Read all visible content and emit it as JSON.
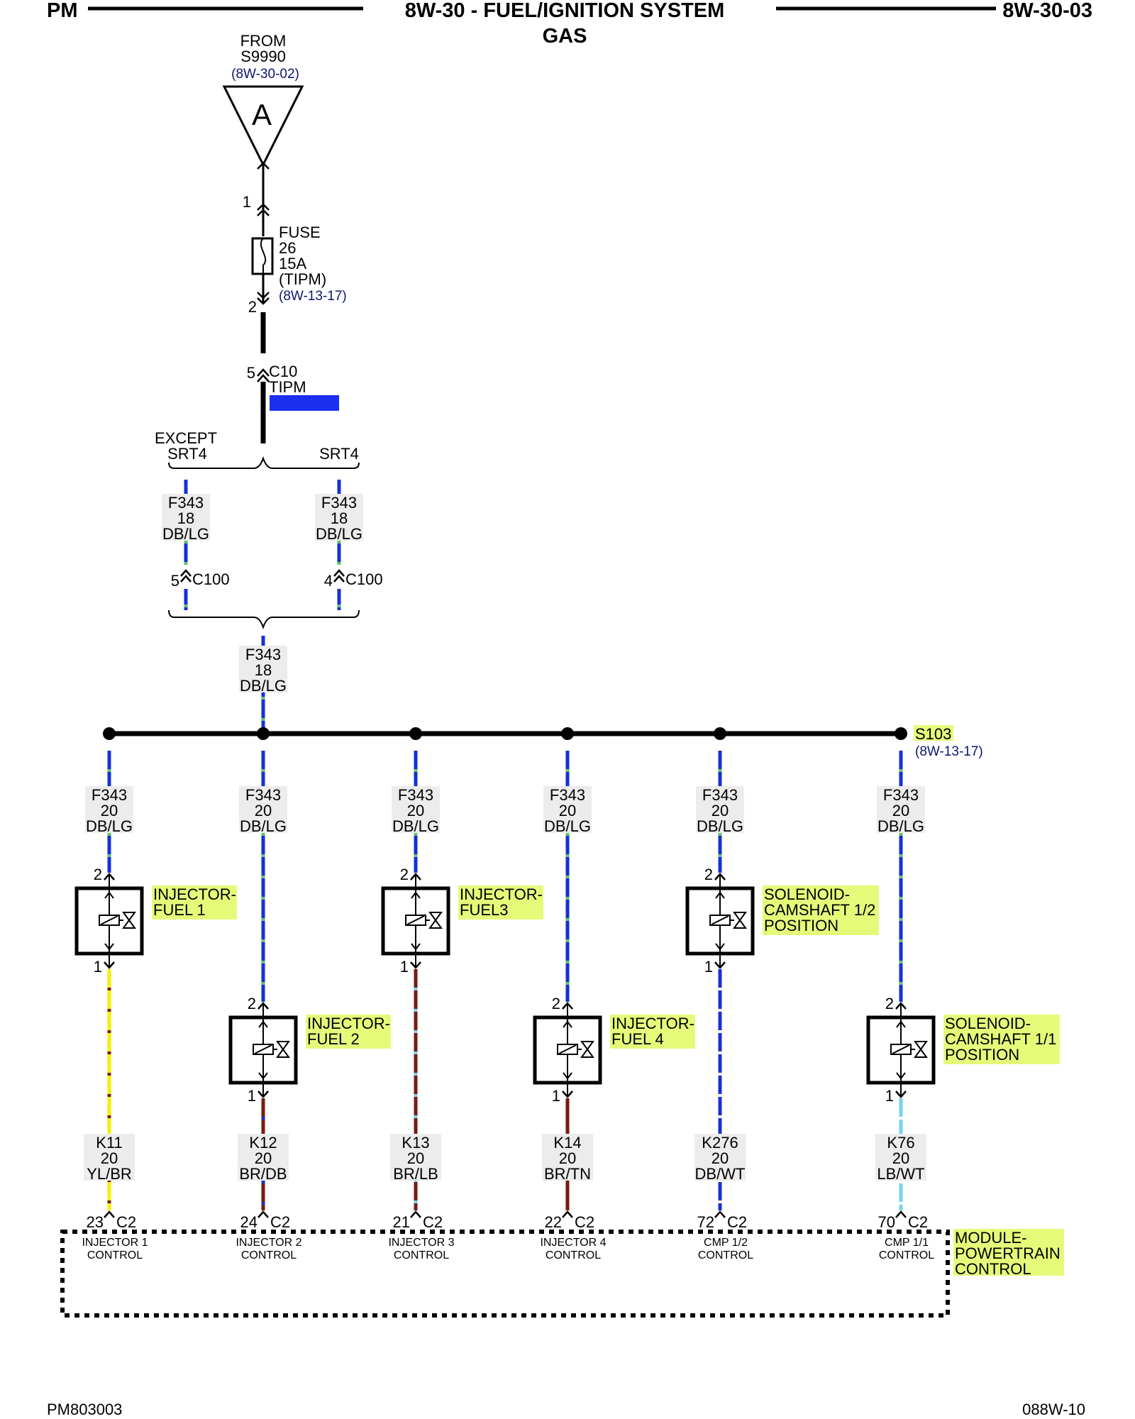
{
  "header": {
    "left": "PM",
    "title": "8W-30 - FUEL/IGNITION SYSTEM",
    "subtitle": "GAS",
    "right": "8W-30-03"
  },
  "footer": {
    "left": "PM803003",
    "right": "088W-10"
  },
  "source": {
    "from": "FROM",
    "splice": "S9990",
    "ref": "(8W-30-02)",
    "letter": "A"
  },
  "fuse": {
    "pin_in": "1",
    "pin_out": "2",
    "label": "FUSE",
    "number": "26",
    "rating": "15A",
    "location": "(TIPM)",
    "ref": "(8W-13-17)"
  },
  "tipm_connector": {
    "pin": "5",
    "name": "C10",
    "module": "TIPM",
    "bar_color": "#1a2ff0"
  },
  "options": {
    "left": [
      "EXCEPT",
      "SRT4"
    ],
    "right": "SRT4"
  },
  "feed_wires": [
    {
      "circuit": "F343",
      "gauge": "18",
      "color": "DB/LG",
      "pin": "5",
      "connector": "C100"
    },
    {
      "circuit": "F343",
      "gauge": "18",
      "color": "DB/LG",
      "pin": "4",
      "connector": "C100"
    }
  ],
  "joined_wire": {
    "circuit": "F343",
    "gauge": "18",
    "color": "DB/LG"
  },
  "splice": {
    "name": "S103",
    "ref": "(8W-13-17)"
  },
  "branches": [
    {
      "top_wire": {
        "circuit": "F343",
        "gauge": "20",
        "color": "DB/LG"
      },
      "device": {
        "line1": "INJECTOR-",
        "line2": "FUEL 1",
        "line3": "",
        "pin_top": "2",
        "pin_bottom": "1"
      },
      "bottom_wire": {
        "circuit": "K11",
        "gauge": "20",
        "color": "YL/BR"
      },
      "pcm_pin": {
        "pin": "23",
        "connector": "C2",
        "label1": "INJECTOR 1",
        "label2": "CONTROL"
      }
    },
    {
      "top_wire": {
        "circuit": "F343",
        "gauge": "20",
        "color": "DB/LG"
      },
      "device": {
        "line1": "INJECTOR-",
        "line2": "FUEL 2",
        "line3": "",
        "pin_top": "2",
        "pin_bottom": "1"
      },
      "bottom_wire": {
        "circuit": "K12",
        "gauge": "20",
        "color": "BR/DB"
      },
      "pcm_pin": {
        "pin": "24",
        "connector": "C2",
        "label1": "INJECTOR 2",
        "label2": "CONTROL"
      }
    },
    {
      "top_wire": {
        "circuit": "F343",
        "gauge": "20",
        "color": "DB/LG"
      },
      "device": {
        "line1": "INJECTOR-",
        "line2": "FUEL3",
        "line3": "",
        "pin_top": "2",
        "pin_bottom": "1"
      },
      "bottom_wire": {
        "circuit": "K13",
        "gauge": "20",
        "color": "BR/LB"
      },
      "pcm_pin": {
        "pin": "21",
        "connector": "C2",
        "label1": "INJECTOR 3",
        "label2": "CONTROL"
      }
    },
    {
      "top_wire": {
        "circuit": "F343",
        "gauge": "20",
        "color": "DB/LG"
      },
      "device": {
        "line1": "INJECTOR-",
        "line2": "FUEL 4",
        "line3": "",
        "pin_top": "2",
        "pin_bottom": "1"
      },
      "bottom_wire": {
        "circuit": "K14",
        "gauge": "20",
        "color": "BR/TN"
      },
      "pcm_pin": {
        "pin": "22",
        "connector": "C2",
        "label1": "INJECTOR 4",
        "label2": "CONTROL"
      }
    },
    {
      "top_wire": {
        "circuit": "F343",
        "gauge": "20",
        "color": "DB/LG"
      },
      "device": {
        "line1": "SOLENOID-",
        "line2": "CAMSHAFT 1/2",
        "line3": "POSITION",
        "pin_top": "2",
        "pin_bottom": "1"
      },
      "bottom_wire": {
        "circuit": "K276",
        "gauge": "20",
        "color": "DB/WT"
      },
      "pcm_pin": {
        "pin": "72",
        "connector": "C2",
        "label1": "CMP 1/2",
        "label2": "CONTROL"
      }
    },
    {
      "top_wire": {
        "circuit": "F343",
        "gauge": "20",
        "color": "DB/LG"
      },
      "device": {
        "line1": "SOLENOID-",
        "line2": "CAMSHAFT 1/1",
        "line3": "POSITION",
        "pin_top": "2",
        "pin_bottom": "1"
      },
      "bottom_wire": {
        "circuit": "K76",
        "gauge": "20",
        "color": "LB/WT"
      },
      "pcm_pin": {
        "pin": "70",
        "connector": "C2",
        "label1": "CMP 1/1",
        "label2": "CONTROL"
      }
    }
  ],
  "pcm": {
    "line1": "MODULE-",
    "line2": "POWERTRAIN",
    "line3": "CONTROL"
  },
  "colors": {
    "wire_db": "#1530d8",
    "wire_lg": "#5fc36a",
    "wire_yellow": "#f5f000",
    "wire_brown": "#7a1a10",
    "wire_lb": "#79d3ee",
    "wire_white": "#ffffff",
    "highlight": "#e6fa7a",
    "tipm_bar": "#1a2ff0"
  }
}
